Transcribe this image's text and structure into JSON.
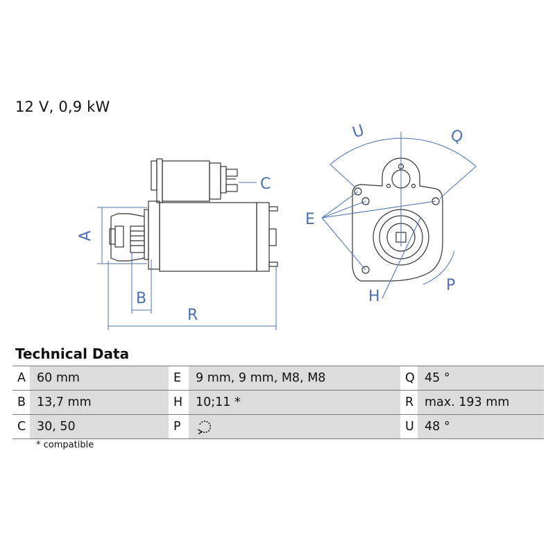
{
  "title": "12 V, 0,9 kW",
  "drawing": {
    "labels": {
      "A": "A",
      "B": "B",
      "C": "C",
      "E": "E",
      "H": "H",
      "P": "P",
      "Q": "Q",
      "R": "R",
      "U": "U"
    }
  },
  "technical_data": {
    "heading": "Technical Data",
    "rows": [
      [
        {
          "key": "A",
          "value": "60 mm"
        },
        {
          "key": "E",
          "value": "9 mm, 9 mm, M8, M8"
        },
        {
          "key": "Q",
          "value": "45 °"
        }
      ],
      [
        {
          "key": "B",
          "value": "13,7 mm"
        },
        {
          "key": "H",
          "value": "10;11 *"
        },
        {
          "key": "R",
          "value": "max. 193 mm"
        }
      ],
      [
        {
          "key": "C",
          "value": "30, 50"
        },
        {
          "key": "P",
          "value": "rotation-icon"
        },
        {
          "key": "U",
          "value": "48 °"
        }
      ]
    ],
    "footnote": "* compatible"
  },
  "colors": {
    "dimension": "#4a6fb3",
    "outline": "#333333",
    "cell_bg": "#dcdcdc"
  }
}
